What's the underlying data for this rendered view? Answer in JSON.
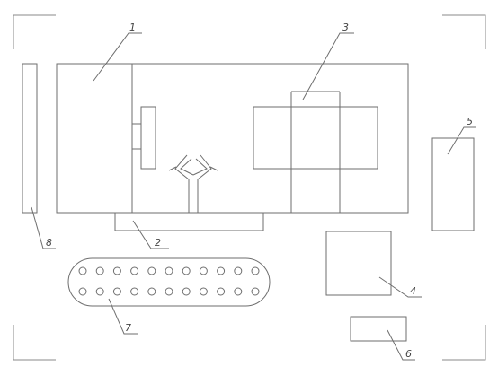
{
  "labels": {
    "l1": "1",
    "l2": "2",
    "l3": "3",
    "l4": "4",
    "l5": "5",
    "l6": "6",
    "l7": "7",
    "l8": "8"
  },
  "conveyor": {
    "rows": 2,
    "holes_per_row": 11
  }
}
